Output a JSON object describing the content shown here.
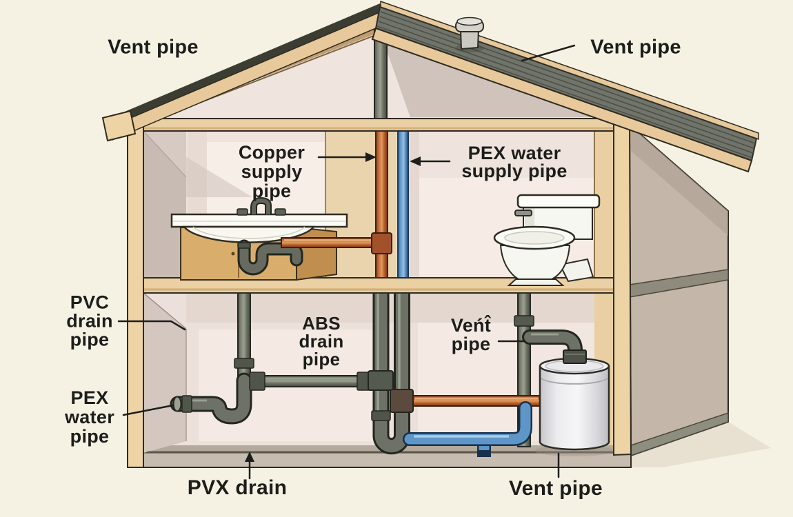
{
  "labels": {
    "vent_top_left": {
      "text": "Vent pipe"
    },
    "vent_top_right": {
      "text": "Vent pipe"
    },
    "copper_supply": {
      "line1": "Copper",
      "line2": "supply",
      "line3": "pipe"
    },
    "pex_supply": {
      "line1": "PEX water",
      "line2": "supply pipe"
    },
    "pvc_drain": {
      "line1": "PVC",
      "line2": "drain",
      "line3": "pipe"
    },
    "abs_drain": {
      "line1": "ABS",
      "line2": "drain",
      "line3": "pipe"
    },
    "vent_middle": {
      "line1": "Veńt̂",
      "line2": "pipe"
    },
    "pex_water": {
      "line1": "PEX",
      "line2": "water",
      "line3": "pipe"
    },
    "pvx_drain": {
      "text": "PVX drain"
    },
    "vent_bottom": {
      "text": "Vent pipe"
    }
  },
  "colors": {
    "background": "#f5f2e3",
    "ink": "#1d1d1b",
    "copper": "#c56a36",
    "pex_blue": "#5e96c8",
    "drain_gray": "#6d7166",
    "roof_gray": "#70746a",
    "wood_tan": "#ead0a2",
    "stud_tan": "#eed3a5",
    "wall_pink": "#efe4dd",
    "wall_panel": "#f6ece5",
    "side_wall": "#c4b6a8",
    "floor_gray": "#c6bcb0",
    "fixture_white": "#f9f9f4"
  }
}
